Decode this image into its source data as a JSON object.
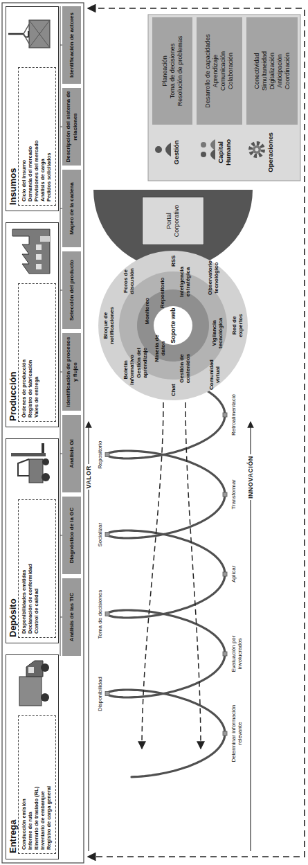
{
  "diagram": {
    "nodes": [
      {
        "text": [
          "Insumos"
        ]
      },
      {
        "text": [
          "Ciclo del insumo",
          "Demanda del mercado",
          "Previsiones del mercado",
          "Análisis de carga",
          "Pedidos solicitados"
        ],
        "in": 0
      },
      {
        "text": [
          "Producción"
        ]
      },
      {
        "text": [
          "Órdenes de producción",
          "Registro de fabricación",
          "Vales de entrega"
        ],
        "in": 2
      },
      {
        "text": [
          "Depósito"
        ]
      },
      {
        "text": [
          "Disponibilidades emitidas",
          "Declaración de conformidad",
          "Control de calidad"
        ],
        "in": 4
      },
      {
        "text": [
          "Entrega"
        ]
      },
      {
        "text": [
          "Conducción emisión",
          "Informe de ruta",
          "Itinerario de traslado (RL)",
          "Inventario de embarque",
          "Registro de carga general"
        ],
        "in": 6
      },
      {
        "text": [
          "Identificación de actores"
        ]
      },
      {
        "text": [
          "Descripción del sistema de relaciones"
        ]
      },
      {
        "text": [
          "Mapeo de la cadena"
        ]
      },
      {
        "text": [
          "Selección del producto"
        ]
      },
      {
        "text": [
          "Identificación de procesos y flujos"
        ]
      },
      {
        "text": [
          "Análisis GI"
        ]
      },
      {
        "text": [
          "Diagnóstico de la GC"
        ]
      },
      {
        "text": [
          "Análisis de las TIC"
        ]
      },
      {
        "text": [
          "Soporte web"
        ]
      },
      {
        "text": [
          "Portal Corporativo"
        ]
      },
      {
        "text": [
          "Gestión",
          "Planeación",
          "Toma de decisiones",
          "Resolución de problemas"
        ]
      },
      {
        "text": [
          "Capital Humano",
          "Desarrollo de capacidades",
          "Aprendizaje",
          "Comunicación",
          "Colaboración"
        ]
      },
      {
        "text": [
          "Operaciones",
          "Conectividad",
          "Simultaneidad",
          "Digitalización",
          "Anticipación",
          "Coordinación"
        ]
      }
    ],
    "edges": [
      {
        "from": 6,
        "to": 4,
        "arrow": "to"
      },
      {
        "from": 4,
        "to": 2,
        "arrow": "to"
      },
      {
        "from": 2,
        "to": 0,
        "arrow": "to"
      },
      {
        "from": 17,
        "to": 19,
        "arrow": "to"
      }
    ],
    "labels": [
      "VALOR",
      "INNOVACIÓN",
      "Determinar información relevante",
      "Disponibilidad",
      "Evaluación por involucrados",
      "Toma de decisiones",
      "Aplicar",
      "Socializar",
      "Transformar",
      "Repositorio",
      "Retroalimentació",
      "Bloque de notificaciones",
      "Foros de discusión",
      "RSS",
      "Boletín informativo",
      "Chat",
      "Comunidad virtual",
      "Red de expertos",
      "Observatorio tecnológico",
      "Inteligencia estratégica",
      "Vigilancia tecnológica",
      "Gestión de contenidos",
      "Gestión del aprendizaje",
      "Monitoreo",
      "Minería de datos",
      "Repositorio"
    ]
  }
}
